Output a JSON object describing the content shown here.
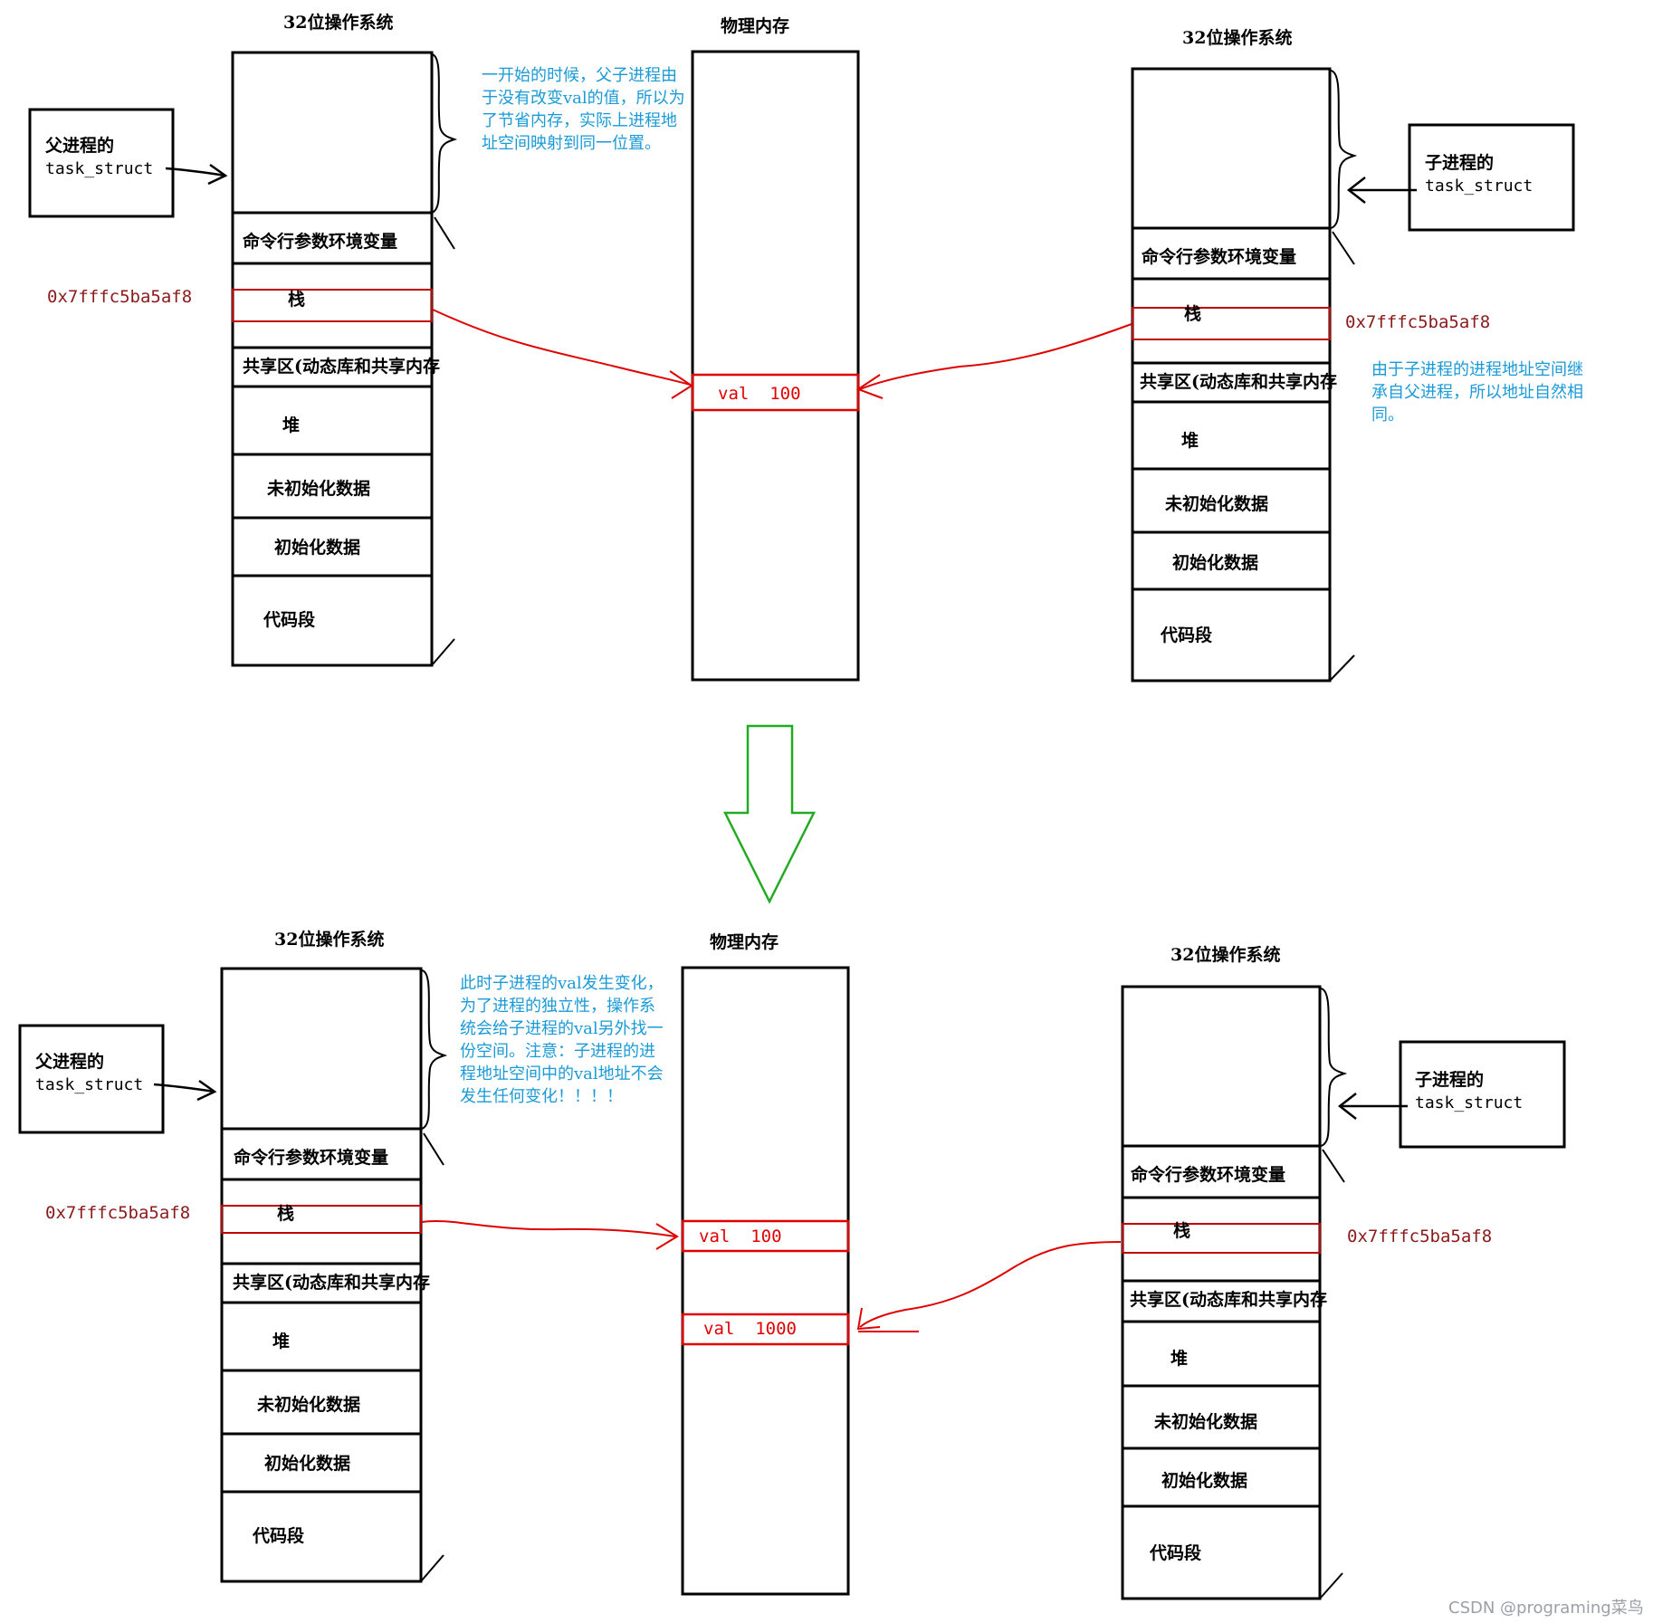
{
  "colors": {
    "line": "#000000",
    "highlight": "#e00000",
    "address": "#8b1a1a",
    "note": "#1a9ad6",
    "down_arrow": "#22aa22",
    "watermark": "#9aa0a6"
  },
  "top": {
    "parent": {
      "title": "32位操作系统",
      "task_struct": {
        "line1": "父进程的",
        "line2": "task_struct"
      },
      "address": "0x7fffc5ba5af8",
      "segments": [
        "命令行参数环境变量",
        "栈",
        "共享区(动态库和共享内存",
        "堆",
        "未初始化数据",
        "初始化数据",
        "代码段"
      ]
    },
    "physical": {
      "title": "物理内存",
      "val_label": "val  100"
    },
    "child": {
      "title": "32位操作系统",
      "task_struct": {
        "line1": "子进程的",
        "line2": "task_struct"
      },
      "address": "0x7fffc5ba5af8",
      "segments": [
        "命令行参数环境变量",
        "栈",
        "共享区(动态库和共享内存",
        "堆",
        "未初始化数据",
        "初始化数据",
        "代码段"
      ]
    },
    "note_parent": "一开始的时候，父子进程由于没有改变val的值，所以为了节省内存，实际上进程地址空间映射到同一位置。",
    "note_child": "由于子进程的进程地址空间继承自父进程，所以地址自然相同。"
  },
  "bottom": {
    "parent": {
      "title": "32位操作系统",
      "task_struct": {
        "line1": "父进程的",
        "line2": "task_struct"
      },
      "address": "0x7fffc5ba5af8",
      "segments": [
        "命令行参数环境变量",
        "栈",
        "共享区(动态库和共享内存",
        "堆",
        "未初始化数据",
        "初始化数据",
        "代码段"
      ]
    },
    "physical": {
      "title": "物理内存",
      "val1_label": "val  100",
      "val2_label": "val  1000"
    },
    "child": {
      "title": "32位操作系统",
      "task_struct": {
        "line1": "子进程的",
        "line2": "task_struct"
      },
      "address": "0x7fffc5ba5af8",
      "segments": [
        "命令行参数环境变量",
        "栈",
        "共享区(动态库和共享内存",
        "堆",
        "未初始化数据",
        "初始化数据",
        "代码段"
      ]
    },
    "note": "此时子进程的val发生变化，为了进程的独立性，操作系统会给子进程的val另外找一份空间。注意：子进程的进程地址空间中的val地址不会发生任何变化！！！！"
  },
  "watermark": "CSDN @programing菜鸟"
}
